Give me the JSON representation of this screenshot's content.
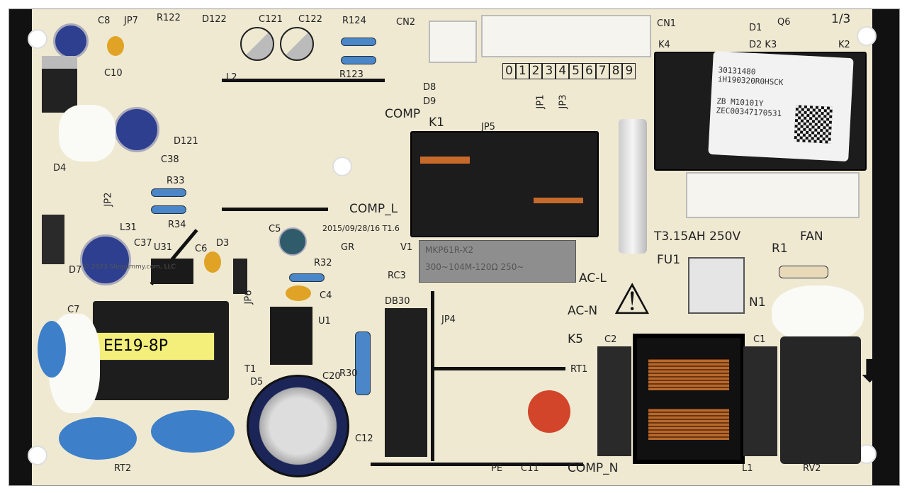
{
  "board": {
    "labels": [
      "C8",
      "JP7",
      "R122",
      "D122",
      "C121",
      "C122",
      "R124",
      "CN2",
      "CN1",
      "D1",
      "Q6",
      "1/3",
      "K4",
      "D2 K3",
      "K2",
      "C10",
      "L2",
      "R123",
      "D8",
      "D9",
      "JP1",
      "JP3",
      "COMP",
      "K1",
      "JP5",
      "D121",
      "C38",
      "D4",
      "R33",
      "JP2",
      "L31",
      "R34",
      "COMP_L",
      "C5",
      "2015/09/28/16 T1.6",
      "T3.15AH 250V",
      "FAN",
      "C37",
      "U31",
      "C6",
      "D3",
      "GR",
      "V1",
      "R1",
      "FU1",
      "R32",
      "RC3",
      "AC-L",
      "N1",
      "D7",
      "C4",
      "C7",
      "DB30",
      "JP4",
      "AC-N",
      "U1",
      "K5",
      "C2",
      "C1",
      "RT1",
      "R30",
      "T1",
      "D5",
      "C20",
      "C12",
      "PE",
      "C11",
      "COMP_N",
      "L1",
      "RV2",
      "RT2",
      "JP6"
    ],
    "cn2_pins": [
      "0",
      "1",
      "2",
      "3",
      "4",
      "5",
      "6",
      "7",
      "8",
      "9"
    ],
    "transformer_label": "EE19-8P",
    "x2_capacitor": {
      "line1": "MKP61R-X2",
      "line2": "300~104M-120Ω 250~"
    },
    "sticker": {
      "line1": "30131480",
      "line2": "iH190320R0HSCK",
      "line3": "ZB M10101Y",
      "line4": "ZEC00347170531"
    },
    "watermark": "© 2023 Shopjimmy.com, LLC",
    "colors": {
      "board": "#efe9d2",
      "edge": "#111111",
      "resistor": "#4a86c8",
      "cap_blue": "#3d7fc9",
      "varistor": "#d2452a",
      "transformer_tag": "#f3ef7a"
    }
  }
}
